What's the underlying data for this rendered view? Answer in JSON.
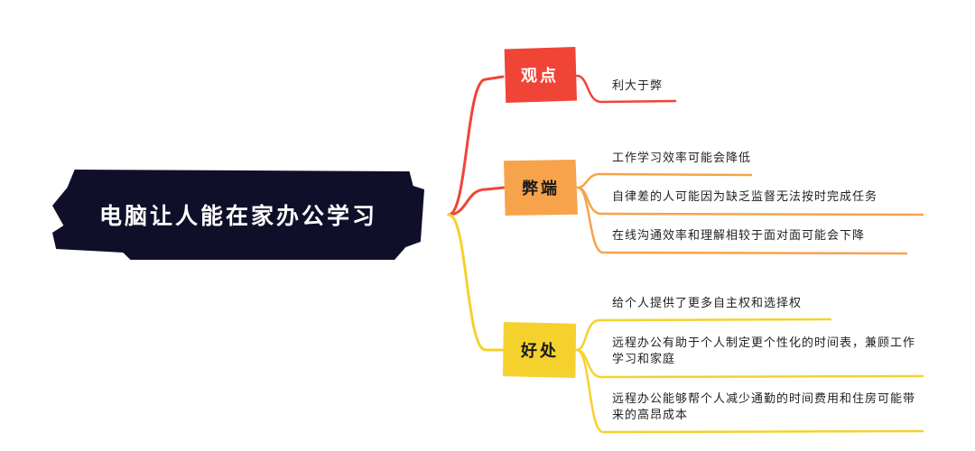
{
  "root": {
    "label": "电脑让人能在家办公学习"
  },
  "branches": [
    {
      "label": "观点",
      "color": "#f04437",
      "items": [
        "利大于弊"
      ]
    },
    {
      "label": "弊端",
      "color": "#f7a34b",
      "items": [
        "工作学习效率可能会降低",
        "自律差的人可能因为缺乏监督无法按时完成任务",
        "在线沟通效率和理解相较于面对面可能会下降"
      ]
    },
    {
      "label": "好处",
      "color": "#f5d12e",
      "items": [
        "给个人提供了更多自主权和选择权",
        "远程办公有助于个人制定更个性化的时间表，兼顾工作学习和家庭",
        "远程办公能够帮个人减少通勤的时间费用和住房可能带来的高昂成本"
      ]
    }
  ]
}
